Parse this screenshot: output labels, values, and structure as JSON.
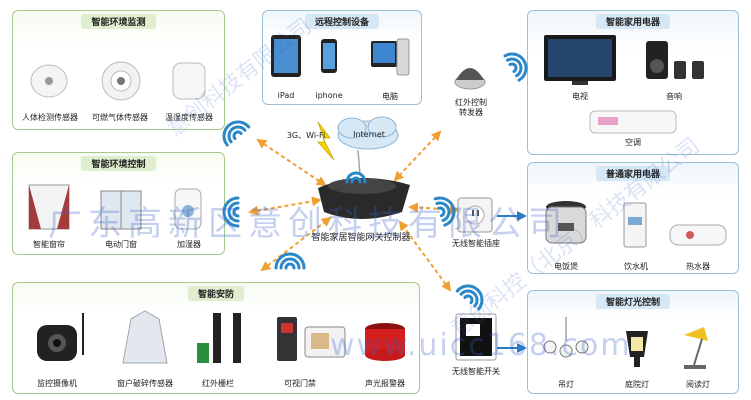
{
  "panels": {
    "env_monitor": {
      "title": "智能环境监测",
      "items": [
        "人体检测传感器",
        "可燃气体传感器",
        "温湿度传感器"
      ]
    },
    "remote": {
      "title": "远程控制设备",
      "items": [
        "iPad",
        "iphone",
        "电脑"
      ]
    },
    "home_appliance": {
      "title": "智能家用电器",
      "items": [
        "电视",
        "音响",
        "空调"
      ]
    },
    "env_control": {
      "title": "智能环境控制",
      "items": [
        "智能窗帘",
        "电动门窗",
        "加湿器"
      ]
    },
    "normal_appliance": {
      "title": "普通家用电器",
      "items": [
        "电饭煲",
        "饮水机",
        "热水器"
      ]
    },
    "security": {
      "title": "智能安防",
      "items": [
        "监控摄像机",
        "窗户破碎传感器",
        "红外栅栏",
        "可视门禁",
        "声光报警器"
      ]
    },
    "lighting": {
      "title": "智能灯光控制",
      "items": [
        "吊灯",
        "庭院灯",
        "阅读灯"
      ]
    }
  },
  "center": {
    "gateway_label": "智能家居智能网关控制器",
    "internet_label": "Internet",
    "network_label": "3G、Wi-Fi",
    "ir_label": "红外控制\n转发器",
    "socket_label": "无线智能插座",
    "switch_label": "无线智能开关"
  },
  "watermark": {
    "main": "广东高新区意创科技有限公司",
    "url": "www.uicc168.com",
    "diag1": "意创科技有限公司",
    "diag2": "意创科控（北京）科技有限公司"
  },
  "colors": {
    "arrow": "#f0a030",
    "panel_border": "#9cc0d6",
    "wifi": "#2a88c8"
  }
}
